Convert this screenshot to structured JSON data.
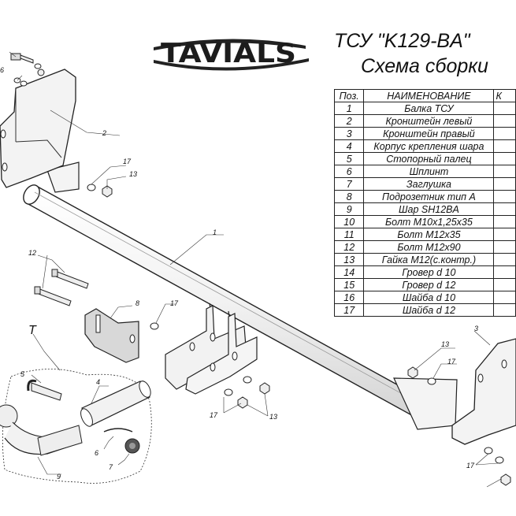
{
  "logo": {
    "text": "TAVIALS"
  },
  "title": {
    "line1": "ТСУ \"K129-BA\"",
    "line2": "Схема сборки"
  },
  "table": {
    "header": {
      "pos": "Поз.",
      "name": "НАИМЕНОВАНИЕ",
      "qty": "К"
    },
    "rows": [
      {
        "pos": "1",
        "name": "Балка ТСУ"
      },
      {
        "pos": "2",
        "name": "Кронштейн левый"
      },
      {
        "pos": "3",
        "name": "Кронштейн правый"
      },
      {
        "pos": "4",
        "name": "Корпус крепления шара"
      },
      {
        "pos": "5",
        "name": "Стопорный палец"
      },
      {
        "pos": "6",
        "name": "Шплинт"
      },
      {
        "pos": "7",
        "name": "Заглушка"
      },
      {
        "pos": "8",
        "name": "Подрозетник тип А"
      },
      {
        "pos": "9",
        "name": "Шар SH12BA"
      },
      {
        "pos": "10",
        "name": "Болт M10x1,25x35"
      },
      {
        "pos": "11",
        "name": "Болт M12x35"
      },
      {
        "pos": "12",
        "name": "Болт M12x90"
      },
      {
        "pos": "13",
        "name": "Гайка M12(с.контр.)"
      },
      {
        "pos": "14",
        "name": "Гровер d 10"
      },
      {
        "pos": "15",
        "name": "Гровер d 12"
      },
      {
        "pos": "16",
        "name": "Шайба d 10"
      },
      {
        "pos": "17",
        "name": "Шайба d 12"
      }
    ]
  },
  "callouts": {
    "c1": "1",
    "c2": "2",
    "c3": "3",
    "c4": "4",
    "c5": "5",
    "c6a": "6",
    "c6b": "6",
    "c7": "7",
    "c8": "8",
    "c9": "9",
    "c12": "12",
    "c13a": "13",
    "c13b": "13",
    "c13c": "13",
    "c17a": "17",
    "c17b": "17",
    "c17c": "17",
    "c17d": "17",
    "c17e": "17",
    "detail": "T"
  }
}
